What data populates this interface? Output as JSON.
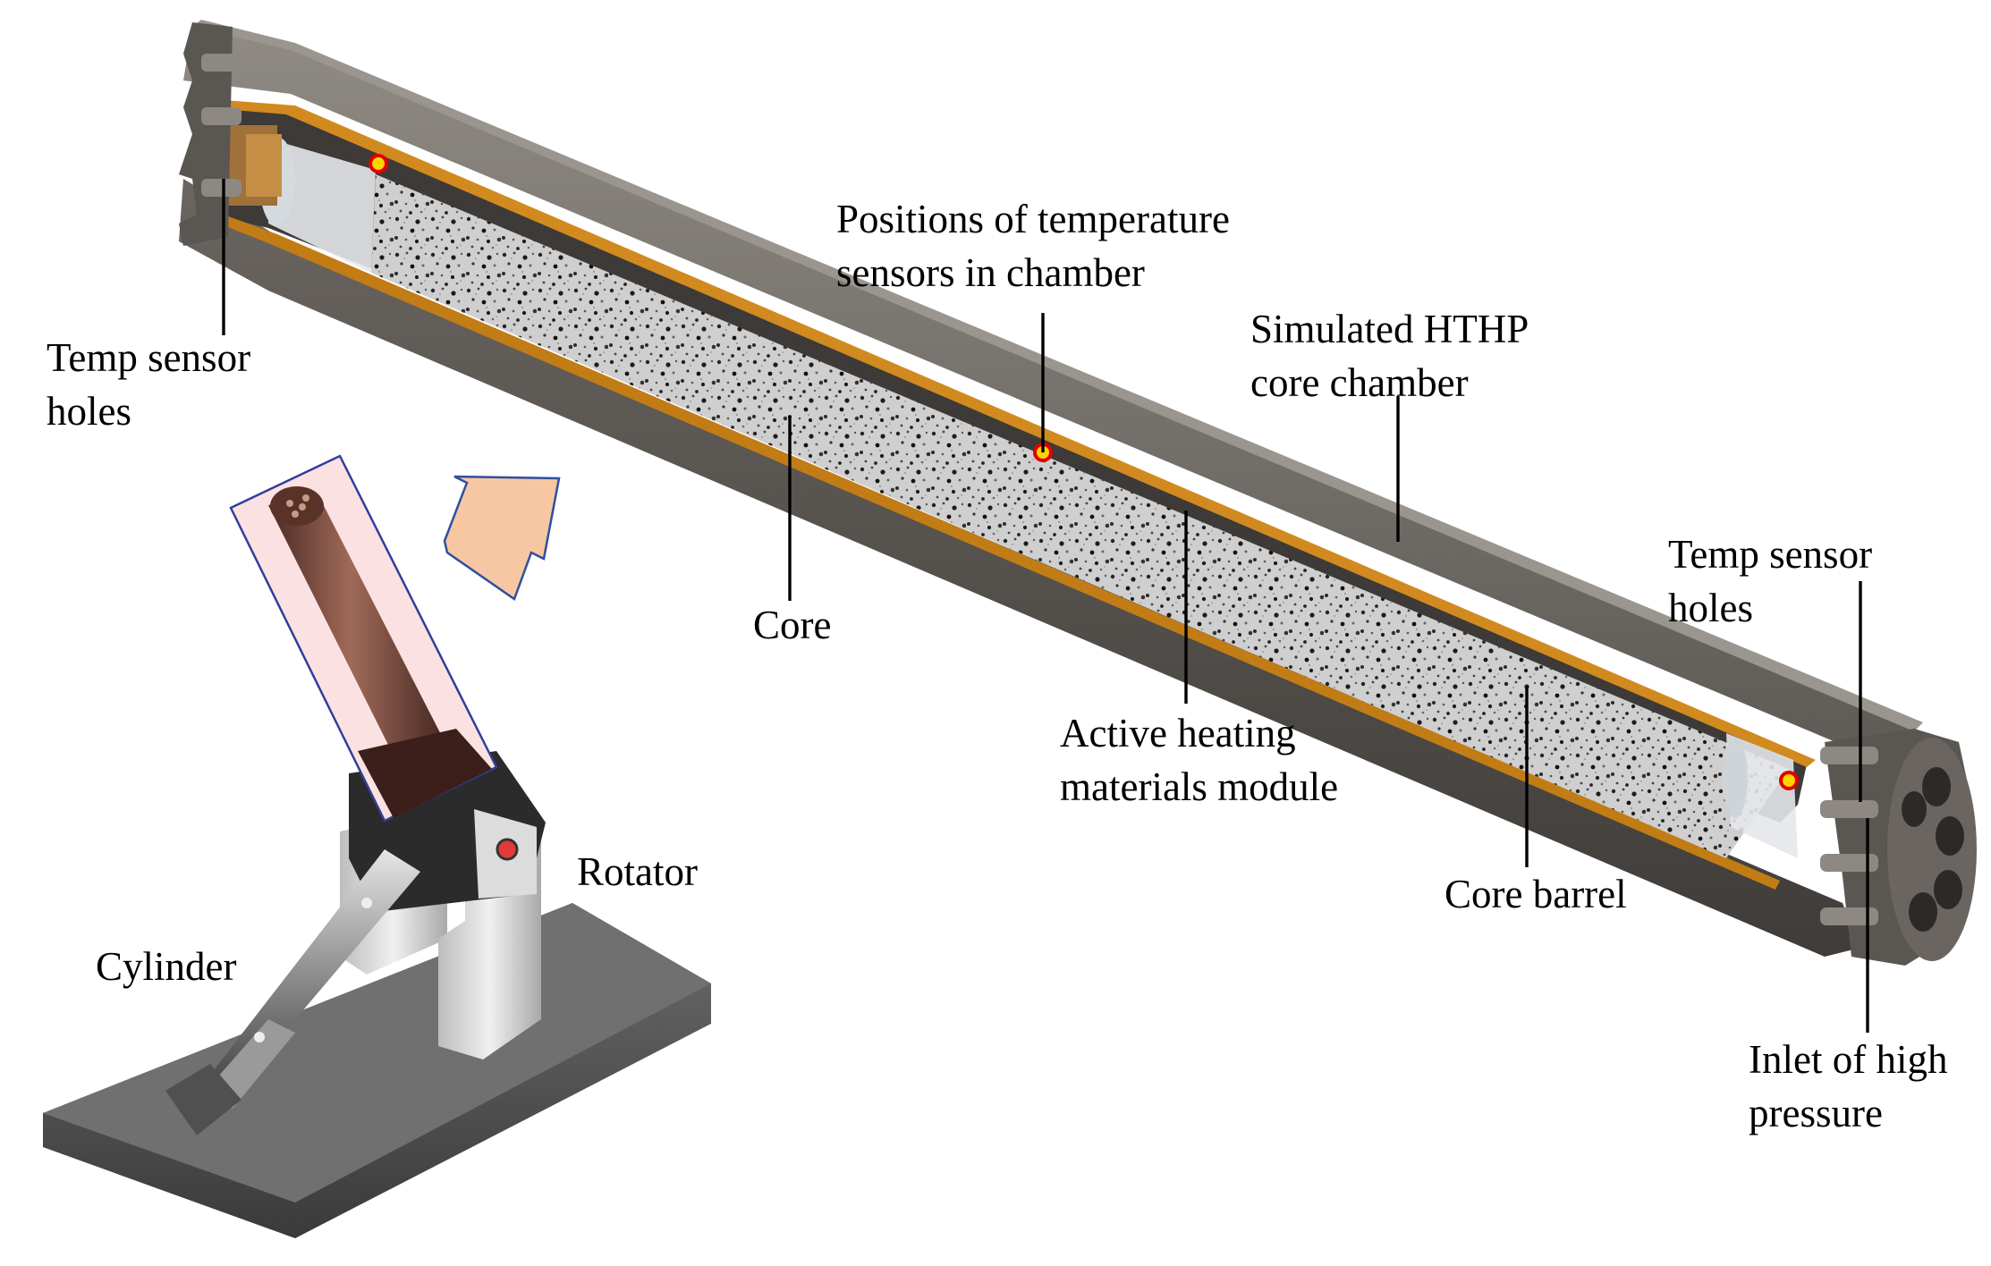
{
  "labels": {
    "temp_sensor_holes_left": [
      "Temp sensor",
      "holes"
    ],
    "positions_of_sensors": [
      "Positions of temperature",
      "sensors in chamber"
    ],
    "simulated_chamber": [
      "Simulated HTHP",
      "core chamber"
    ],
    "core": "Core",
    "active_heating": [
      "Active heating",
      "materials module"
    ],
    "temp_sensor_holes_right": [
      "Temp sensor",
      "holes"
    ],
    "core_barrel": "Core barrel",
    "inlet_high_pressure": [
      "Inlet of high",
      "pressure"
    ],
    "rotator": "Rotator",
    "cylinder": "Cylinder"
  },
  "colors": {
    "steel": "#6b6660",
    "steel_dark": "#4f4b47",
    "steel_light": "#8a857f",
    "heating_strip": "#d18a1f",
    "core_base": "#c9c9c9",
    "sensor_fill": "#ffd400",
    "sensor_ring": "#e00000",
    "arrow_fill": "#f7c7a3",
    "arrow_stroke": "#2f4fa0",
    "highlight_fill": "#fbe1e1",
    "highlight_stroke": "#2f3f9a",
    "rod": "#7a4a3d",
    "base_plate": "#5a5a5a",
    "stand": "#d8d8d8"
  },
  "icons": {
    "sensor": "temperature-sensor-dot",
    "arrow": "direction-arrow"
  }
}
